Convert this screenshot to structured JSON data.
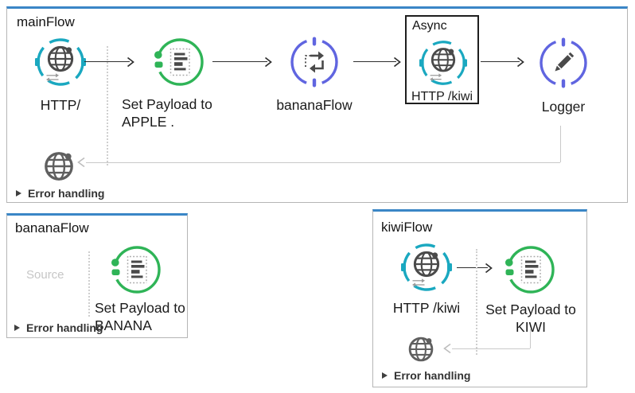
{
  "colors": {
    "flow_top_border": "#3a86c6",
    "flow_border": "#b5b5b5",
    "http_teal": "#1aa8c0",
    "payload_green": "#2fb457",
    "ref_purple": "#6065e0",
    "async_border": "#1e1e1e",
    "response_line_gray": "#c9c9c9",
    "glyph_dark": "#4a4a4a"
  },
  "flows": {
    "main": {
      "title": "mainFlow",
      "http_label": "HTTP/",
      "set_payload_line1": "Set Payload to",
      "set_payload_line2": "APPLE .",
      "flow_ref_label": "bananaFlow",
      "async_title": "Async",
      "async_http_label": "HTTP /kiwi",
      "logger_label": "Logger",
      "error_handling_label": "Error handling"
    },
    "banana": {
      "title": "bananaFlow",
      "source_label": "Source",
      "set_payload_line1": "Set Payload to",
      "set_payload_line2": "BANANA",
      "error_handling_label": "Error handling"
    },
    "kiwi": {
      "title": "kiwiFlow",
      "http_label": "HTTP /kiwi",
      "set_payload_line1": "Set Payload to",
      "set_payload_line2": "KIWI",
      "error_handling_label": "Error handling"
    }
  }
}
